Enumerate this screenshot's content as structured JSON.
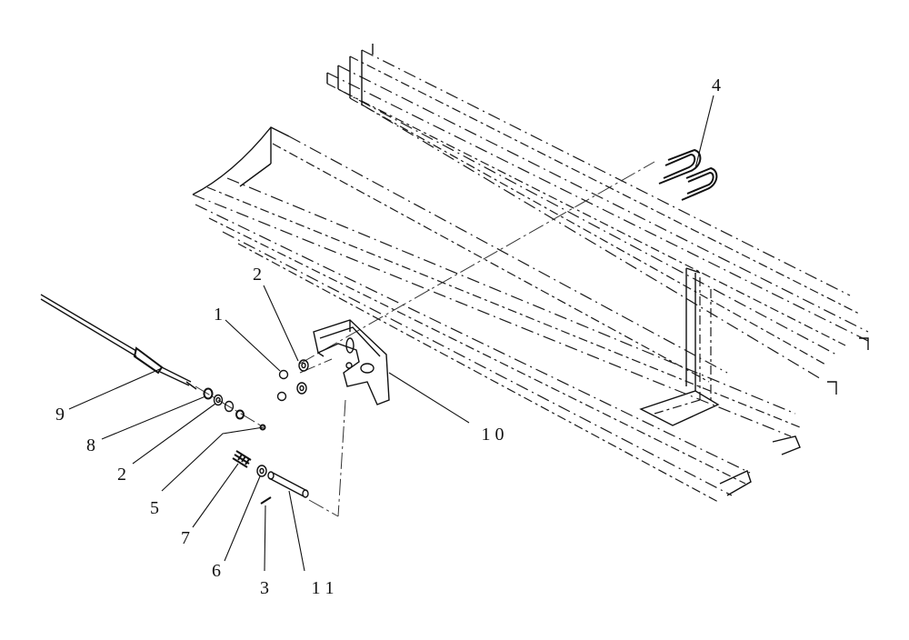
{
  "diagram": {
    "callouts": [
      {
        "id": "c1",
        "label": "1"
      },
      {
        "id": "c2a",
        "label": "2"
      },
      {
        "id": "c2b",
        "label": "2"
      },
      {
        "id": "c3",
        "label": "3"
      },
      {
        "id": "c4",
        "label": "4"
      },
      {
        "id": "c5",
        "label": "5"
      },
      {
        "id": "c6",
        "label": "6"
      },
      {
        "id": "c7",
        "label": "7"
      },
      {
        "id": "c8",
        "label": "8"
      },
      {
        "id": "c9",
        "label": "9"
      },
      {
        "id": "c10",
        "label": "1 0"
      },
      {
        "id": "c11",
        "label": "1 1"
      }
    ]
  }
}
